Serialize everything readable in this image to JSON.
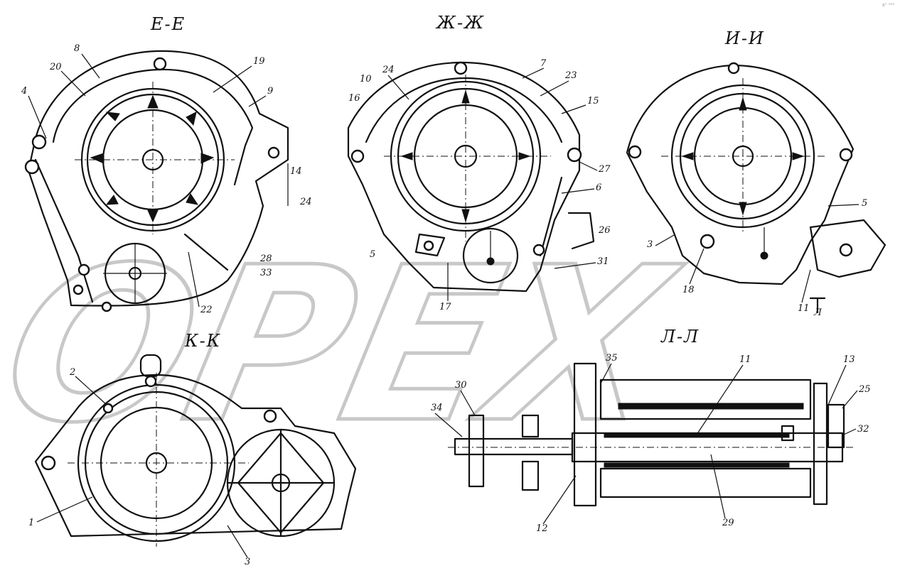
{
  "sections": {
    "ee": "Е-Е",
    "zhzh": "Ж-Ж",
    "ii": "И-И",
    "kk": "К-К",
    "ll": "Л-Л"
  },
  "watermark": "OPEX",
  "corner_mark": "xⁿ ᵃᵃᵃ",
  "labels": {
    "ee": [
      "8",
      "20",
      "19",
      "9",
      "4",
      "14",
      "24",
      "28",
      "33",
      "22"
    ],
    "zhzh": [
      "24",
      "7",
      "23",
      "10",
      "16",
      "15",
      "27",
      "6",
      "26",
      "5",
      "31",
      "17"
    ],
    "ii": [
      "5",
      "3",
      "18",
      "11",
      "Л"
    ],
    "kk": [
      "2",
      "1",
      "3"
    ],
    "ll": [
      "35",
      "11",
      "13",
      "25",
      "30",
      "34",
      "32",
      "12",
      "29"
    ]
  }
}
